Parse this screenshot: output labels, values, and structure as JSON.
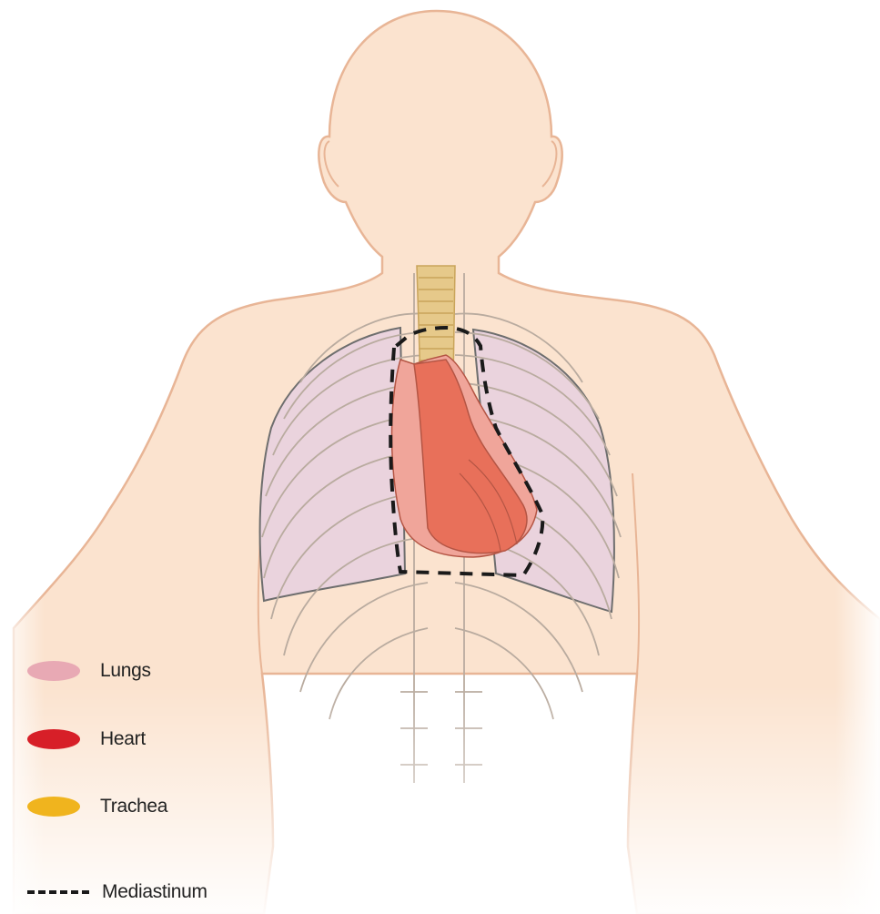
{
  "legend": [
    {
      "key": "lungs",
      "label": "Lungs",
      "color": "#e8a9b4",
      "style": "swatch"
    },
    {
      "key": "heart",
      "label": "Heart",
      "color": "#d71f28",
      "style": "swatch"
    },
    {
      "key": "trachea",
      "label": "Trachea",
      "color": "#f0b41e",
      "style": "swatch"
    },
    {
      "key": "mediastinum",
      "label": "Mediastinum",
      "color": "#1a1a1a",
      "style": "dashed-line"
    }
  ],
  "colors": {
    "skin": "#fbe3cf",
    "skin_outline": "#e8b596",
    "rib_outline": "#b9ab9f",
    "lung_fill": "#ead3dd",
    "heart_fill": "#e8705a",
    "heart_light": "#f0a59a",
    "trachea_fill": "#e6c98a",
    "mediastinum_line": "#1a1a1a"
  }
}
